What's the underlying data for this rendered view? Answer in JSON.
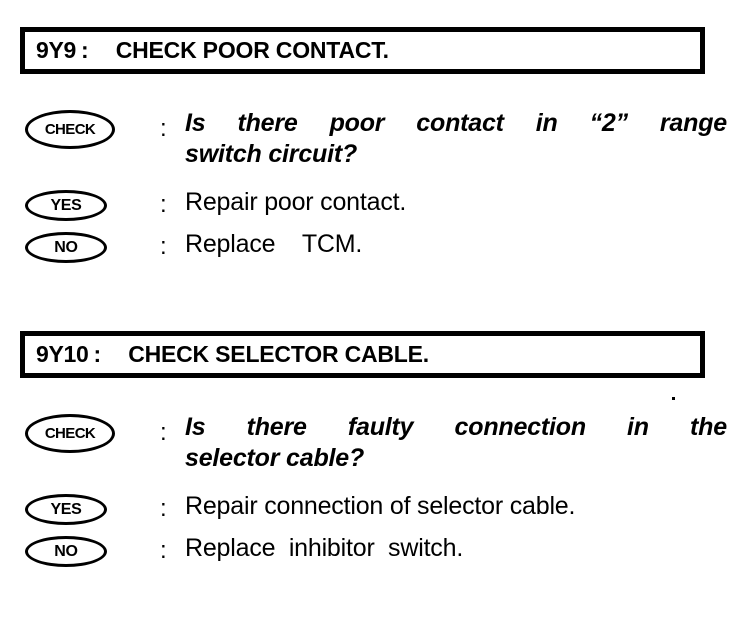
{
  "document": {
    "kind": "diagnostic-flowchart-steps",
    "background_color": "#ffffff",
    "ink_color": "#000000"
  },
  "speck": {
    "present": true
  },
  "steps": [
    {
      "id": "9Y9",
      "separator": ":",
      "title": "CHECK POOR CONTACT.",
      "rows": [
        {
          "type": "check",
          "bubble_label": "CHECK",
          "separator": ":",
          "text": "Is there poor contact in \"2\" range switch circuit?",
          "lines": [
            {
              "justified": true,
              "words": [
                "Is",
                "there",
                "poor",
                "contact",
                "in",
                "“2”",
                "range"
              ]
            },
            {
              "justified": false,
              "words": [
                "switch circuit?"
              ]
            }
          ]
        },
        {
          "type": "yes",
          "bubble_label": "YES",
          "separator": ":",
          "text": "Repair poor contact."
        },
        {
          "type": "no",
          "bubble_label": "NO",
          "separator": ":",
          "text": "Replace    TCM."
        }
      ]
    },
    {
      "id": "9Y10",
      "separator": ":",
      "title": "CHECK SELECTOR CABLE.",
      "rows": [
        {
          "type": "check",
          "bubble_label": "CHECK",
          "separator": ":",
          "text": "Is there faulty connection in the selector cable?",
          "lines": [
            {
              "justified": true,
              "words": [
                "Is",
                "there",
                "faulty",
                "connection",
                "in",
                "the"
              ]
            },
            {
              "justified": false,
              "words": [
                "selector cable?"
              ]
            }
          ]
        },
        {
          "type": "yes",
          "bubble_label": "YES",
          "separator": ":",
          "text": "Repair connection of selector cable."
        },
        {
          "type": "no",
          "bubble_label": "NO",
          "separator": ":",
          "text": "Replace  inhibitor  switch."
        }
      ]
    }
  ]
}
